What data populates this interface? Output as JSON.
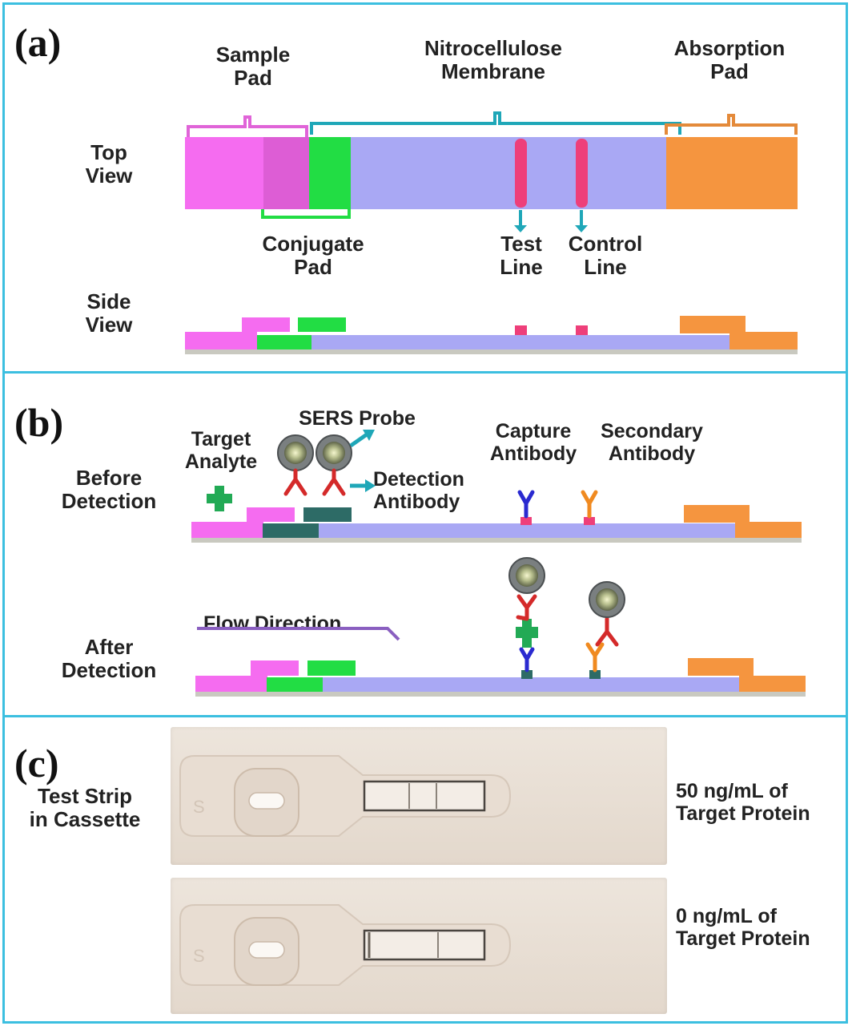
{
  "panel_a": {
    "label": "(a)",
    "sample_pad": [
      "Sample",
      "Pad"
    ],
    "nitro_membrane": [
      "Nitrocellulose",
      "Membrane"
    ],
    "absorption_pad": [
      "Absorption",
      "Pad"
    ],
    "top_view": [
      "Top",
      "View"
    ],
    "conjugate_pad": [
      "Conjugate",
      "Pad"
    ],
    "test_line": [
      "Test",
      "Line"
    ],
    "control_line": [
      "Control",
      "Line"
    ],
    "side_view": [
      "Side",
      "View"
    ]
  },
  "panel_b": {
    "label": "(b)",
    "sers_probe": "SERS Probe",
    "target_analyte": [
      "Target",
      "Analyte"
    ],
    "capture_antibody": [
      "Capture",
      "Antibody"
    ],
    "secondary_antibody": [
      "Secondary",
      "Antibody"
    ],
    "detection_antibody": [
      "Detection",
      "Antibody"
    ],
    "before_detection": [
      "Before",
      "Detection"
    ],
    "flow_direction": "Flow Direction",
    "after_detection": [
      "After",
      "Detection"
    ]
  },
  "panel_c": {
    "label": "(c)",
    "test_strip": [
      "Test Strip",
      "in Cassette"
    ],
    "strip_letter": "S",
    "top_caption": [
      "50 ng/mL of",
      "Target Protein"
    ],
    "bottom_caption": [
      "0 ng/mL of",
      "Target Protein"
    ]
  },
  "colors": {
    "sample_pad": "#f56cf0",
    "sample_overlap": "#dd5dd5",
    "conjugate_pad": "#22dd44",
    "membrane": "#a9a8f4",
    "absorption_pad": "#f5953f",
    "line_marker": "#ee3f7a",
    "teal_pad": "#2d6b66",
    "frame": "#3cbfe0"
  }
}
